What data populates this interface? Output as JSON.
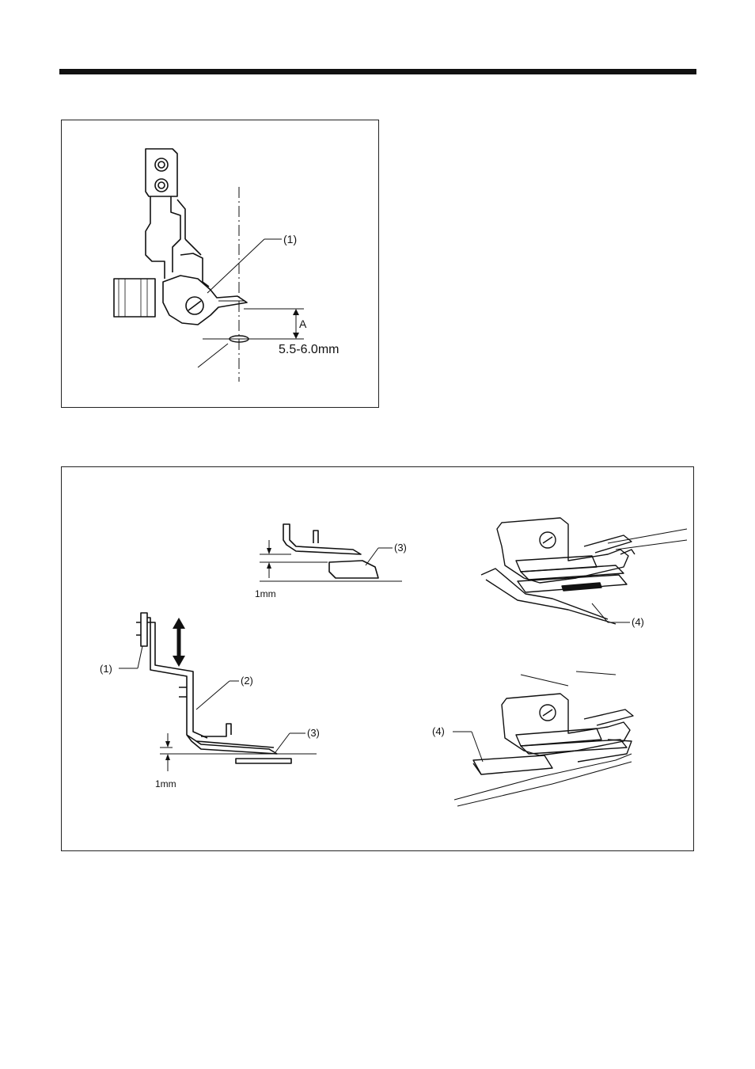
{
  "figure1": {
    "callouts": {
      "part1": "(1)",
      "dim_a": "A",
      "dim_value": "5.5-6.0mm"
    }
  },
  "figure2": {
    "callouts": {
      "side_part1": "(1)",
      "side_part2": "(2)",
      "side_part3": "(3)",
      "side_gap": "1mm",
      "detail_part3": "(3)",
      "detail_gap": "1mm",
      "persp_top_part4": "(4)",
      "persp_bottom_part4": "(4)"
    }
  }
}
